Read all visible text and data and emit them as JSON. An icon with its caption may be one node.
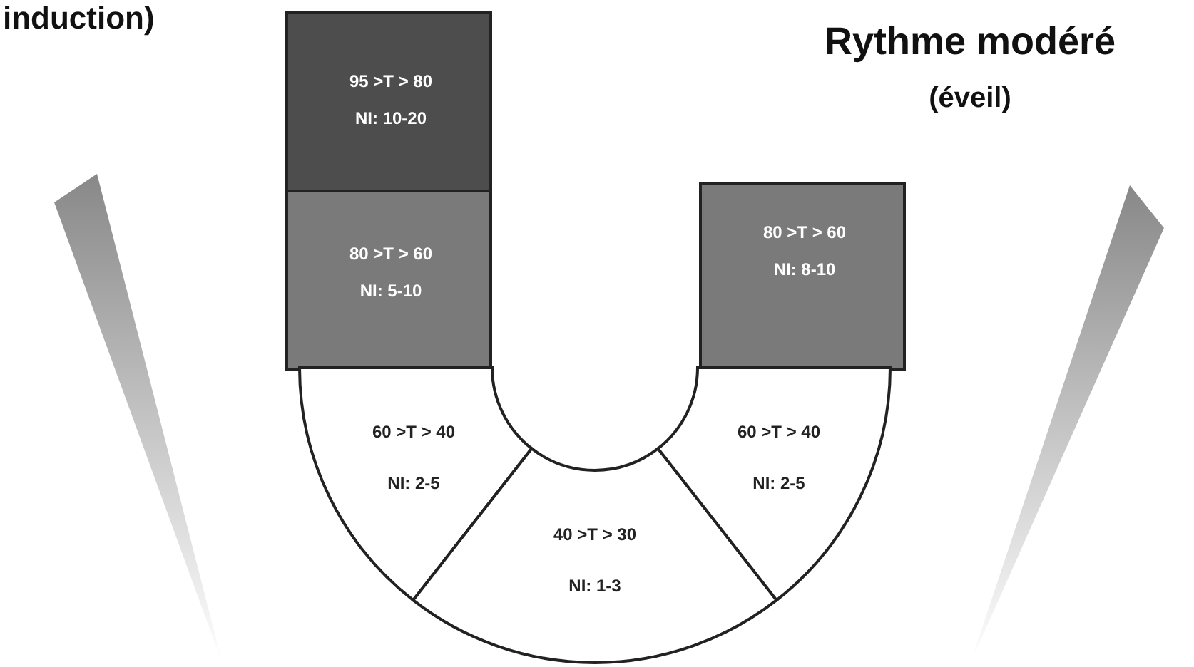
{
  "diagram": {
    "nodes": [
      {
        "text": [
          "95 >T > 80",
          "NI: 10-20"
        ]
      },
      {
        "text": [
          "80 >T > 60",
          "NI: 5-10"
        ]
      },
      {
        "text": [
          "80 >T > 60",
          "NI: 8-10"
        ]
      },
      {
        "text": [
          "60 >T > 40",
          "NI: 2-5"
        ]
      },
      {
        "text": [
          "40 >T > 30",
          "NI: 1-3"
        ]
      },
      {
        "text": [
          "60 >T > 40",
          "NI: 2-5"
        ]
      },
      {
        "text": [],
        "shape": "triangle"
      },
      {
        "text": [],
        "shape": "triangle"
      }
    ],
    "labels": [
      "induction)",
      "Rythme modéré",
      "(éveil)"
    ]
  }
}
